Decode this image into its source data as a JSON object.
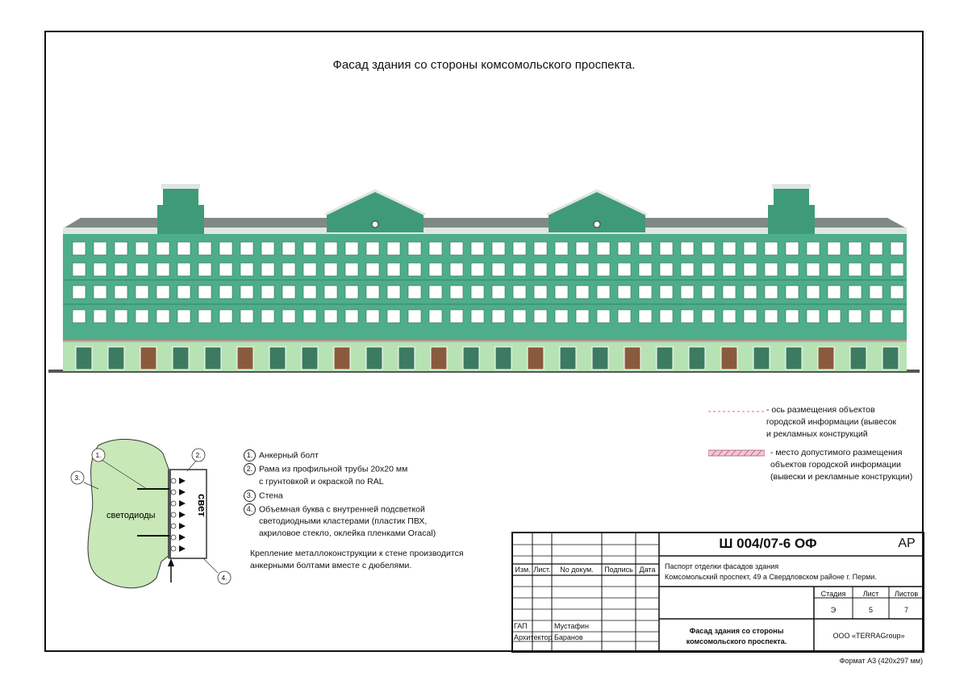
{
  "title": "Фасад здания со стороны комсомольского проспекта.",
  "legend": {
    "axis_line": [
      "- ось размещения объектов",
      "городской информации (вывесок",
      "и рекламных конструкций"
    ],
    "zone": [
      "- место допустимого размещения",
      "объектов городской информации",
      "(вывески и рекламные конструкции)"
    ]
  },
  "section": {
    "callouts": [
      "1.",
      "2.",
      "3.",
      "4."
    ],
    "led_label": "светодиоды",
    "letter_label": "свет"
  },
  "notes": {
    "items": [
      {
        "num": "1.",
        "lines": [
          "Анкерный болт"
        ]
      },
      {
        "num": "2.",
        "lines": [
          "Рама из профильной трубы 20х20 мм",
          "с грунтовкой и окраской по RAL"
        ]
      },
      {
        "num": "3.",
        "lines": [
          "Стена"
        ]
      },
      {
        "num": "4.",
        "lines": [
          "Объемная буква с внутренней подсветкой",
          "светодиодными кластерами (пластик ПВХ,",
          "акриловое стекло, оклейка пленками Oracal)"
        ]
      }
    ],
    "fastening": [
      "Крепление металлоконструкции к стене производится",
      "анкерными болтами вместе с дюбелями."
    ]
  },
  "stamp": {
    "code": "Ш 004/07-6 ОФ",
    "section_code": "АР",
    "headers": [
      "Изм.",
      "Лист.",
      "No докум.",
      "Подпись",
      "Дата"
    ],
    "description": [
      "Паспорт отделки фасадов здания",
      "Комсомольский проспект, 49 а Свердловском районе г. Перми."
    ],
    "stage_label": "Стадия",
    "sheet_label": "Лист",
    "sheets_label": "Листов",
    "stage": "Э",
    "sheet": "5",
    "sheets": "7",
    "role1": "ГАП",
    "name1": "Мустафин",
    "role2": "Архитектор",
    "name2": "Баранов",
    "sheet_title": [
      "Фасад здания со стороны",
      "комсомольского проспекта."
    ],
    "company": "ООО «TERRAGroup»"
  },
  "format": "Формат А3 (420х297 мм)",
  "colors": {
    "facade": "#4fae8a",
    "facade_dark": "#3f9a78",
    "base": "#b7e3b4",
    "wall_hatch": "#c8e8b8",
    "axis": "#e26a8a"
  }
}
